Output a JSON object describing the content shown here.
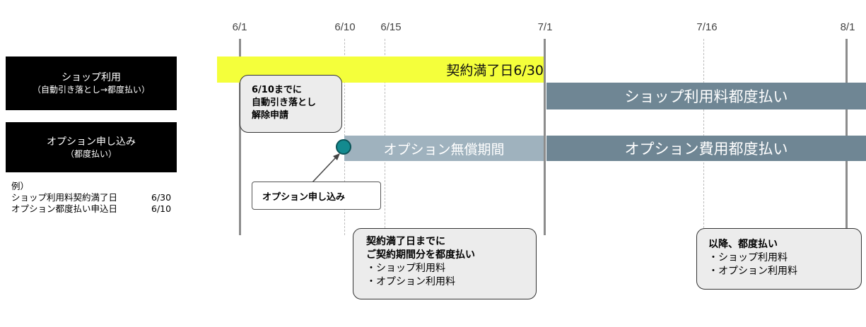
{
  "timeline": {
    "dates": [
      {
        "label": "6/1",
        "style": "solid"
      },
      {
        "label": "6/10",
        "style": "dashed"
      },
      {
        "label": "6/15",
        "style": "dashed"
      },
      {
        "label": "7/1",
        "style": "solid"
      },
      {
        "label": "7/16",
        "style": "dashed"
      },
      {
        "label": "8/1",
        "style": "solid"
      }
    ]
  },
  "rows": {
    "shop": {
      "title": "ショップ利用",
      "subtitle": "（自動引き落とし→都度払い）"
    },
    "option": {
      "title": "オプション申し込み",
      "subtitle": "（都度払い）"
    }
  },
  "bars": {
    "contract_end": {
      "label": "契約満了日6/30",
      "color": "#f4ff3b"
    },
    "shop_pay": {
      "label": "ショップ利用料都度払い",
      "color": "#6f8694"
    },
    "option_free": {
      "label": "オプション無償期間",
      "color": "#9fb2be"
    },
    "option_pay": {
      "label": "オプション費用都度払い",
      "color": "#6f8694"
    }
  },
  "marker": {
    "color": "#138a8f",
    "border": "#0b5458"
  },
  "callouts": {
    "cancel": {
      "lines": [
        "6/10までに",
        "自動引き落とし",
        "解除申請"
      ]
    },
    "apply": {
      "text": "オプション申し込み"
    },
    "until_end": {
      "bold": [
        "契約満了日までに",
        "ご契約期間分を都度払い"
      ],
      "items": [
        "・ショップ利用料",
        "・オプション利用料"
      ]
    },
    "after": {
      "bold": [
        "以降、都度払い"
      ],
      "items": [
        "・ショップ利用料",
        "・オプション利用料"
      ]
    }
  },
  "example": {
    "heading": "例）",
    "rows": [
      {
        "label": "ショップ利用料契約満了日",
        "value": "6/30"
      },
      {
        "label": "オプション都度払い申込日",
        "value": "6/10"
      }
    ]
  }
}
